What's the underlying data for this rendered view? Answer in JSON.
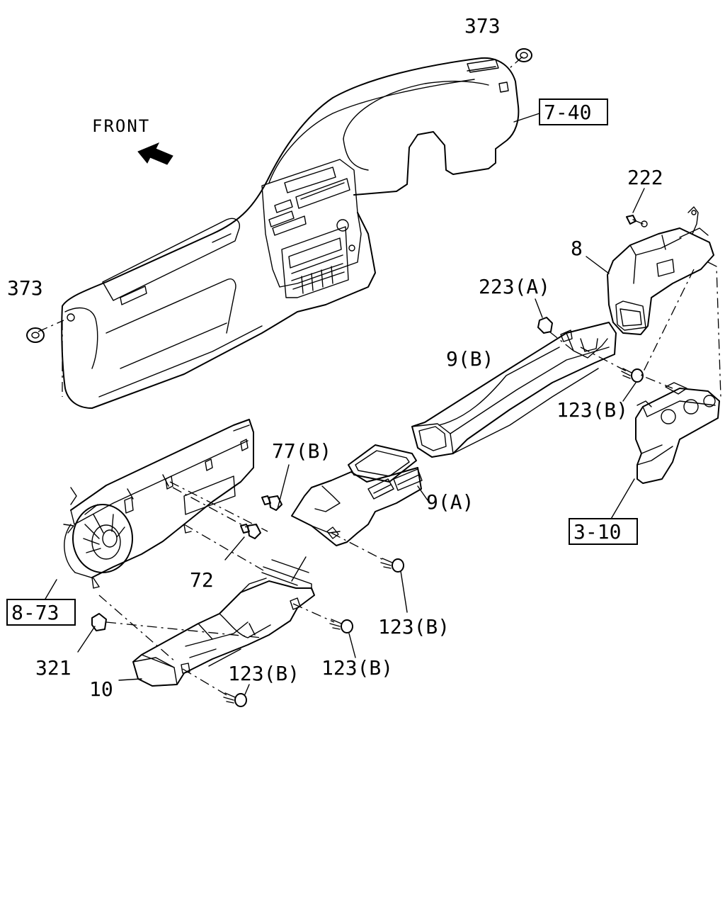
{
  "direction": {
    "text": "FRONT"
  },
  "callouts": [
    {
      "id": "c373_top",
      "text": "373"
    },
    {
      "id": "c740",
      "text": "7-40"
    },
    {
      "id": "c222",
      "text": "222"
    },
    {
      "id": "c8",
      "text": "8"
    },
    {
      "id": "c223A",
      "text": "223(A)"
    },
    {
      "id": "c373_left",
      "text": "373"
    },
    {
      "id": "c9B",
      "text": "9(B)"
    },
    {
      "id": "c123B_right",
      "text": "123(B)"
    },
    {
      "id": "c77B",
      "text": "77(B)"
    },
    {
      "id": "c9A",
      "text": "9(A)"
    },
    {
      "id": "c310",
      "text": "3-10"
    },
    {
      "id": "c72",
      "text": "72"
    },
    {
      "id": "c873",
      "text": "8-73"
    },
    {
      "id": "c123B_mid",
      "text": "123(B)"
    },
    {
      "id": "c321",
      "text": "321"
    },
    {
      "id": "c123B_low",
      "text": "123(B)"
    },
    {
      "id": "c10",
      "text": "10"
    },
    {
      "id": "c123B_bottom",
      "text": "123(B)"
    }
  ]
}
